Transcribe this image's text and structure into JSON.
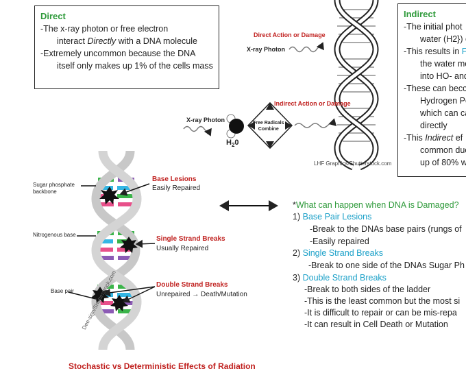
{
  "direct_box": {
    "title": "Direct",
    "lines": [
      "-The x-ray photon or free electron",
      "interact",
      "Directly",
      "with a DNA molecule",
      "-Extremely uncommon because the DNA",
      "itself only makes up 1% of the cells mass"
    ]
  },
  "indirect_box": {
    "title": "Indirect",
    "lines": [
      "-The initial phot",
      "water (H2}) c",
      "-This results in",
      "F",
      "the water mo",
      "into HO- and",
      "-These can becc",
      "Hydrogen Pe",
      "which can ca",
      "directly",
      "-This",
      "Indirect",
      "ef",
      "common due",
      "up of 80% wa"
    ]
  },
  "top_diagram": {
    "direct_action_label": "Direct Action or Damage",
    "indirect_action_label": "Indirect Action or Damage",
    "xray_photon_1": "X-ray Photon",
    "xray_photon_2": "X-ray Photon",
    "h2o_label": "H",
    "h2o_sub": "2",
    "h2o_tail": "0",
    "free_radicals_1": "Free Radicals",
    "free_radicals_2": "Combine",
    "credit": "LHF Graphics/Shutterstock.com"
  },
  "left_diagram": {
    "sugar_label_1": "Sugar phosphate",
    "sugar_label_2": "backbone",
    "nitrogenous_label": "Nitrogenous base",
    "basepair_label": "Base pair",
    "base_lesions_title": "Base Lesions",
    "base_lesions_sub": "Easily Repaired",
    "single_title": "Single Strand Breaks",
    "single_sub": "Usually Repaired",
    "double_title": "Double Strand Breaks",
    "double_sub": "Unrepaired → Death/Mutation",
    "credit": "Dee-sign/Shutterstock.com",
    "bottom_title": "Stochastic vs Deterministic Effects of Radiation"
  },
  "right_text": {
    "question_star": "*",
    "question": "What can happen when DNA is Damaged?",
    "item1_num": "1)",
    "item1_title": "Base Pair Lesions",
    "item1_a": "-Break to the DNAs base pairs (rungs of",
    "item1_b": "-Easily repaired",
    "item2_num": "2)",
    "item2_title": "Single Strand Breaks",
    "item2_a": "-Break to one side of the DNAs Sugar Ph",
    "item3_num": "3)",
    "item3_title": "Double Strand Breaks",
    "item3_a": "-Break to both sides of the ladder",
    "item3_b": "-This is the least common but the most si",
    "item3_c": "-It is difficult to repair or can be mis-repa",
    "item3_d": "-It can result in Cell Death or Mutation"
  },
  "colors": {
    "green": "#2e9a3a",
    "teal": "#1aa0c8",
    "red": "#c0211f",
    "base_pink": "#e8508a",
    "base_green": "#3bb44a",
    "base_blue": "#34b6e4",
    "base_purple": "#8c5bb5",
    "backbone": "#c8c8c8"
  }
}
